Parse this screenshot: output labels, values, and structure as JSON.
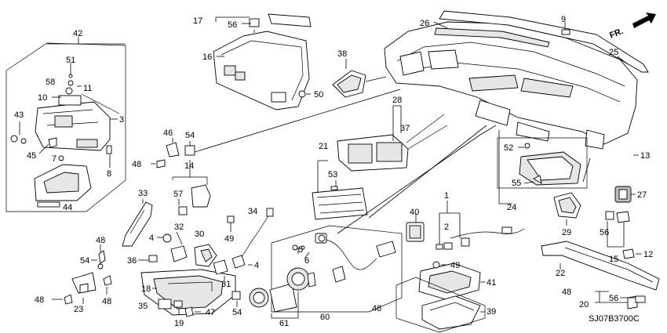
{
  "diagram": {
    "direction_label": "FR.",
    "code": "SJ07B3700C",
    "callouts": {
      "c1": "1",
      "c2": "2",
      "c3": "3",
      "c4a": "4",
      "c4b": "4",
      "c5": "5",
      "c6": "6",
      "c7": "7",
      "c8": "8",
      "c9": "9",
      "c10": "10",
      "c11": "11",
      "c12": "12",
      "c13": "13",
      "c14": "14",
      "c15": "15",
      "c16": "16",
      "c17": "17",
      "c18": "18",
      "c19": "19",
      "c20": "20",
      "c21": "21",
      "c22": "22",
      "c23": "23",
      "c24": "24",
      "c25": "25",
      "c26": "26",
      "c27": "27",
      "c28": "28",
      "c29": "29",
      "c30": "30",
      "c31": "31",
      "c32": "32",
      "c33": "33",
      "c34": "34",
      "c35": "35",
      "c36": "36",
      "c37": "37",
      "c38": "38",
      "c39": "39",
      "c40": "40",
      "c41": "41",
      "c42": "42",
      "c43": "43",
      "c44": "44",
      "c45": "45",
      "c46": "46",
      "c47": "47",
      "c48a": "48",
      "c48b": "48",
      "c48c": "48",
      "c48d": "48",
      "c48e": "48",
      "c48f": "48",
      "c49a": "49",
      "c49b": "49",
      "c50": "50",
      "c51": "51",
      "c52": "52",
      "c53": "53",
      "c54a": "54",
      "c54b": "54",
      "c54c": "54",
      "c55": "55",
      "c56a": "56",
      "c56b": "56",
      "c56c": "56",
      "c57": "57",
      "c58": "58",
      "c60": "60",
      "c61": "61"
    }
  }
}
